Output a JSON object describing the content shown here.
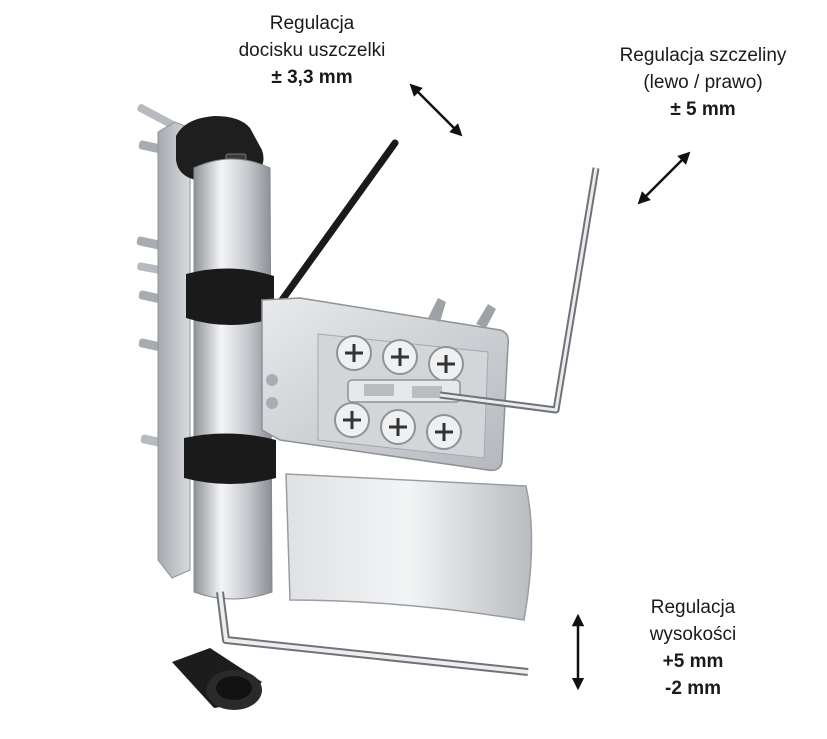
{
  "labels": {
    "seal_adjustment": {
      "line1": "Regulacja",
      "line2": "docisku uszczelki",
      "value": "± 3,3 mm"
    },
    "gap_adjustment": {
      "line1": "Regulacja szczeliny",
      "line2": "(lewo / prawo)",
      "value": "± 5 mm"
    },
    "height_adjustment": {
      "line1": "Regulacja",
      "line2": "wysokości",
      "value_plus": "+5 mm",
      "value_minus": "-2 mm"
    }
  },
  "colors": {
    "aluminium": "#c9ccd0",
    "aluminium_dark": "#9da1a6",
    "black_part": "#1c1c1c",
    "arrow": "#111111",
    "screw": "#e4e6e8"
  },
  "icons": {
    "seal_arrow": "double-arrow-diagonal",
    "gap_arrow": "double-arrow-diagonal",
    "height_arrow": "double-arrow-vertical"
  }
}
